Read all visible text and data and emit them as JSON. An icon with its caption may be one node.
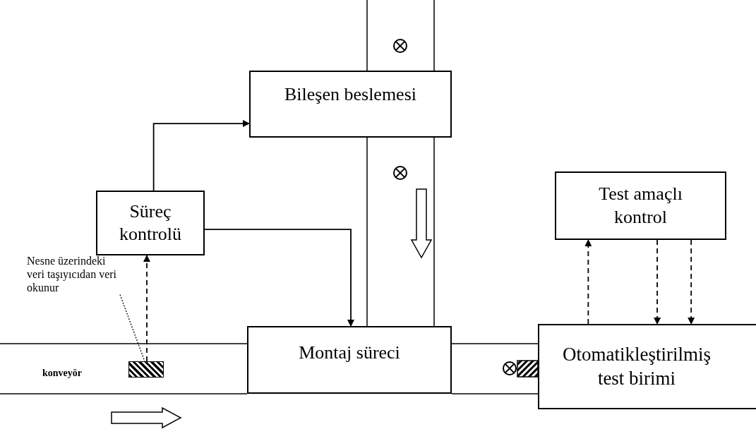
{
  "diagram": {
    "nodes": [
      {
        "text": [
          "Bileşen beslemesi"
        ]
      },
      {
        "text": [
          "Süreç kontrolü"
        ]
      },
      {
        "text": [
          "Test amaçlı kontrol"
        ]
      },
      {
        "text": [
          "Montaj süreci"
        ]
      },
      {
        "text": [
          "Otomatikleştirilmiş test birimi"
        ]
      },
      {
        "text": [
          "Nesne üzerindeki veri taşıyıcıdan veri okunur"
        ]
      },
      {
        "text": [],
        "shape": "box"
      }
    ],
    "edges": [
      {
        "from": 1,
        "to": 0,
        "arrow": "to"
      },
      {
        "from": 1,
        "to": 3,
        "arrow": "to"
      },
      {
        "from": 6,
        "to": 1,
        "arrow": "to",
        "style": "dashed"
      },
      {
        "from": 5,
        "to": 6,
        "arrow": "none",
        "style": "dashed"
      },
      {
        "from": 4,
        "to": 2,
        "arrow": "to",
        "style": "dashed"
      },
      {
        "from": 2,
        "to": 4,
        "arrow": "to",
        "style": "dashed"
      },
      {
        "from": 2,
        "to": 4,
        "arrow": "to",
        "style": "dashed"
      }
    ],
    "labels": [
      "konveyör"
    ]
  }
}
